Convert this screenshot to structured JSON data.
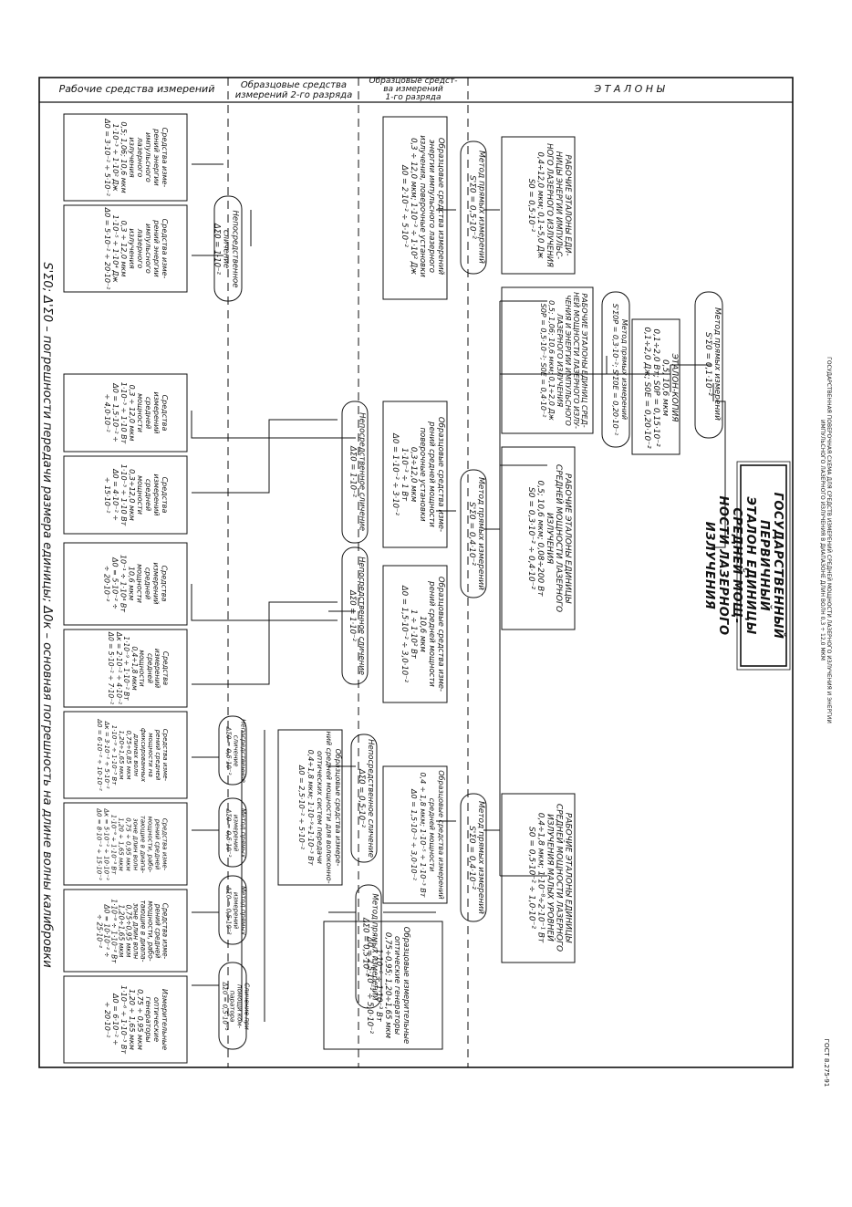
{
  "header": {
    "top_caption": "ГОСУДАРСТВЕННАЯ ПОВЕРОЧНАЯ СХЕМА ДЛЯ СРЕДСТВ ИЗМЕРЕНИЙ СРЕДНЕЙ МОЩНОСТИ ЛАЗЕРНОГО ИЗЛУЧЕНИЯ И ЭНЕРГИИ\nИМПУЛЬСНОГО ЛАЗЕРНОГО ИЗЛУЧЕНИЯ В ДИАПАЗОНЕ ДЛИН ВОЛН 0,3 ÷ 12,0 МКМ",
    "doc_code": "ГОСТ 8.275-91"
  },
  "columns": [
    "Рабочие средства измерений",
    "Образцовые средства\nизмерений 2-го разряда",
    "Образцовые средст-\nва измерений\n1-го разряда",
    "Э Т А Л О Н Ы"
  ],
  "primary_standard": "ГОСУДАРСТВЕННЫЙ ПЕРВИЧНЫЙ\nЭТАЛОН ЕДИНИЦЫ СРЕДНЕЙ МОЩ-\nНОСТИ ЛАЗЕРНОГО ИЗЛУЧЕНИЯ",
  "method_top": "Метод прямых измерений\nS'Σ0 = 0,1·10⁻²",
  "etalon_copy": "ЭТАЛОН-КОПИЯ\n0,5; 10,6 мкм\n0,1÷2,0 Вт;  S0P = 0,15·10⁻²\n0,1÷2,0 Дж;  S0E = 0,20·10⁻²",
  "method_copy": "Метод прямых измерений\nS'Σ0P = 0,3·10⁻²; S'Σ0E = 0,20·10⁻²",
  "working_standards": [
    "РАБОЧИЕ ЭТАЛОНЫ ЕДИ-\nНИЦЫ ЭНЕРГИИ ИМПУЛЬС-\nНОГО ЛАЗЕРНОГО ИЗЛУЧЕНИЯ\n0,4÷12,0 мкм; 0,1÷5,0 Дж\nS0 = 0,5·10⁻²",
    "РАБОЧИЕ ЭТАЛОНЫ ЕДИНИЦ СРЕД-\nНЕЙ МОЩНОСТИ ЛАЗЕРНОГО ИЗЛУ-\nЧЕНИЯ И ЭНЕРГИИ ИМПУЛЬСНОГО\nЛАЗЕРНОГО ИЗЛУЧЕНИЯ\n0,5; 1,06; 10,6 мкм; 0,1÷2,0 Дж\nS0P = 0,5·10⁻²; S0E = 0,4·10⁻²",
    "РАБОЧИЕ ЭТАЛОНЫ ЕДИНИЦЫ\nСРЕДНЕЙ МОЩНОСТИ ЛАЗЕРНОГО\nИЗЛУЧЕНИЯ\n0,5; 10,6 мкм; 0,08÷200 Вт\nS0 = 0,3·10⁻² ÷ 0,4·10⁻²",
    "РАБОЧИЕ ЭТАЛОНЫ ЕДИНИЦЫ\nСРЕДНЕЙ МОЩНОСТИ ЛАЗЕРНОГО\nИЗЛУЧЕНИЯ МАЛЫХ УРОВНЕЙ\n0,4÷1,8 мкм; 1·10⁻⁸÷2·10⁻¹ Вт\nS0 = 0,5·10⁻² ÷ 1,0·10⁻²"
  ],
  "first_row_methods": [
    "Метод прямых измерений\nS'Σ0 = 0,5·10⁻²",
    "Метод прямых измерений\nS'Σ0 = 0,4·10⁻²",
    "Метод прямых измерений\nS'Σ0 = 0,4·10⁻²"
  ],
  "first_category": [
    "Образцовые средства измерений\nэнергии импульсного лазерного\nизлучения, поверочные установки\n0,3 ÷ 12,0 мкм; 1·10⁻³ ÷ 1·10² Дж\nΔ0 = 2·10⁻² ÷ 5·10⁻²",
    "Образцовые средства изме-\nрений средней мощности\nповерочные установки\n0,3÷12,0 мкм\n1·10⁻³ ÷ 1 Вт\nΔ0 = 1·10⁻² ÷ 3·10⁻²",
    "Образцовые средства изме-\nрений средней мощности\n10,6 мкм\n1 ÷ 1·10² Вт\nΔ0 = 1,5·10⁻² ÷ 3,0·10⁻²",
    "Образцовые средства измерений\nсредней мощности\n0,4 ÷ 1,8 мкм; 1·10⁻⁵ ÷ 1·10⁻³ Вт\nΔ0 = 1,5·10⁻² ÷ 3,0·10⁻²",
    "Образцовые измерительные\nоптические генераторы\n0,75÷0,95; 1,20÷1,65 мкм\n1·10⁻⁶ ÷ 1·10⁻³ Вт\nΔ0 = 2,5·10⁻² ÷ 5,0·10⁻²"
  ],
  "first_row_links": [
    "Непосредственное сличение\nΔΣ0 = 1·10⁻²",
    "Непосредственное сличение\nΔΣ0 = 1·10⁻²",
    "Непосредственное сличение\nΔΣ0 = 0,5·10⁻²",
    "Метод прямых измерений\nΔΣ0 = 0,5·10⁻²"
  ],
  "second_category": "Образцовые средства измере-\nний средней мощности для волоконно-\nоптических систем передачи\n0,4÷1,8 мкм; 1·10⁻⁹÷1·10⁻³ Вт\nΔ0 = 2,5·10⁻² ÷ 5·10⁻²",
  "second_row_links": [
    "Непосредственное сличение\nΔΣ0 = 1·10⁻²",
    "Непосредственное сличение\nΔΣ0 = 0,5·10⁻²",
    "Метод прямых\nизмерений\nΔΣ0 = 0,5·10⁻²",
    "Метод прямых\nизмерений\nΔΣ0 = 0,5·10⁻²",
    "Сличение при\nпомощи ком-\nпаратора\nΔΣ0 = 0,5·10⁻²"
  ],
  "working_instruments": [
    "Средства изме-\nрений энергии\nимпульсного\nлазерного\nизлучения\n0,5; 1,06; 10,6 мкм\n1·10⁻³ ÷ 1·10² Дж\nΔ0 = 3·10⁻² ÷ 5·10⁻²",
    "Средства изме-\nрений энергии\nимпульсного\nлазерного\nизлучения\n0,3 ÷ 12,0 мкм\n1·10⁻⁵ ÷ 1·10⁴ Дж\nΔ0 = 5·10⁻² ÷ 20·10⁻²",
    "Средства\nизмерений\nсредней\nмощности\n0,3 ÷ 12,0 мкм\n1·10⁻³ ÷ 1·10 Вт\nΔ0 = 1,5·10⁻² ÷\n÷ 4,0·10⁻²",
    "Средства\nизмерений\nсредней\nмощности\n0,3÷12,0 мкм\n1·10⁻³ ÷ 1·10 Вт\nΔ0 = 4·10⁻² ÷\n÷ 15·10⁻²",
    "Средства\nизмерений\nсредней\nмощности\n10,6 мкм\n10⁻¹ ÷ 1·10⁴ Вт\nΔ0 = 5·10⁻² ÷\n÷ 20·10⁻²",
    "Средства\nизмерений\nсредней\nмощности\n0,4÷1,8 мкм\n1·10⁻⁹ ÷ 1·10⁻² Вт\nΔк = 2·10⁻² ÷ 4·10⁻²\nΔ0 = 5·10⁻² ÷ 7·10⁻²",
    "Средства изме-\nрений средней\nмощности на\nфиксированных\nдлинах волн\n0,75÷0,85 мкм\n1,20÷1,65 мкм\n1·10⁻⁹ ÷ 1·10⁻³ Вт\nΔк = 3·10⁻² ÷ 5·10⁻²\nΔ0 = 6·10⁻² ÷ 10·10⁻²",
    "Средства изме-\nрений средней\nмощности, рабо-\nтающие в диапа-\nзоне длин волн\n0,75 ÷ 0,95 мкм\n1,20 ÷ 1,65 мкм\n1·10⁻⁹ ÷ 1·10⁻³ Вт\nΔк = 5·10⁻² ÷ 10·10⁻²\nΔ0 = 8·10⁻² ÷ 15·10⁻²",
    "Средства изме-\nрений средней\nмощности, рабо-\nтающие в диапа-\nзоне длин волн\n0,75÷0,95 мкм\n1,20÷1,65 мкм\n1·10⁻⁹ ÷ 1·10⁻³ Вт\nΔ0 = 10·10⁻² ÷\n÷ 25·10⁻²",
    "Измерительные\nоптические\nгенераторы\n0,75 ÷ 0,95 мкм\n1,20 ÷ 1,65 мкм\n1·10⁻⁶ ÷ 1·10⁻³ Вт\nΔ0 = 6·10⁻² ÷\n÷ 20·10⁻²"
  ],
  "footnote": "S'Σ0; Δ'Σ0 – погрешности передачи размера единицы;  Δ0к – основная погрешность на длине волны калибровки"
}
